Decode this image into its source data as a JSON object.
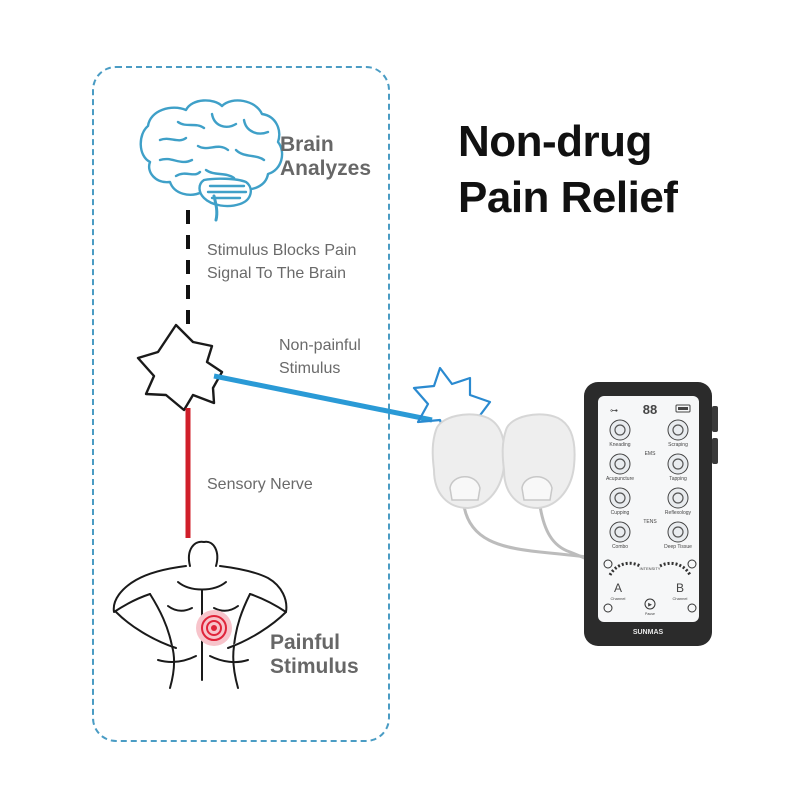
{
  "title": {
    "line1": "Non-drug",
    "line2": "Pain Relief"
  },
  "labels": {
    "brain_line1": "Brain",
    "brain_line2": "Analyzes",
    "block_line1": "Stimulus Blocks Pain",
    "block_line2": "Signal To The Brain",
    "nonpainful_line1": "Non-painful",
    "nonpainful_line2": "Stimulus",
    "sensory": "Sensory Nerve",
    "painful_line1": "Painful",
    "painful_line2": "Stimulus"
  },
  "device": {
    "brand": "SUNMAS",
    "display_number": "88",
    "modes": [
      "Kneading",
      "Scraping",
      "Acupuncture",
      "Tapping",
      "Cupping",
      "Reflexology",
      "Combo",
      "Deep Tissue"
    ],
    "center_buttons": [
      "EMS",
      "TENS"
    ],
    "intensity_label": "INTENSITY",
    "channel_a": "A",
    "channel_b": "B",
    "channel_label": "Channel",
    "pause_label": "Pause"
  },
  "colors": {
    "dashed_border": "#4a9cc4",
    "brain_stroke": "#3fa0c8",
    "blocked_line": "#111111",
    "stimulus_line": "#2a9ad6",
    "nerve_line": "#d01f2a",
    "pain_spot": "#e0243a"
  }
}
